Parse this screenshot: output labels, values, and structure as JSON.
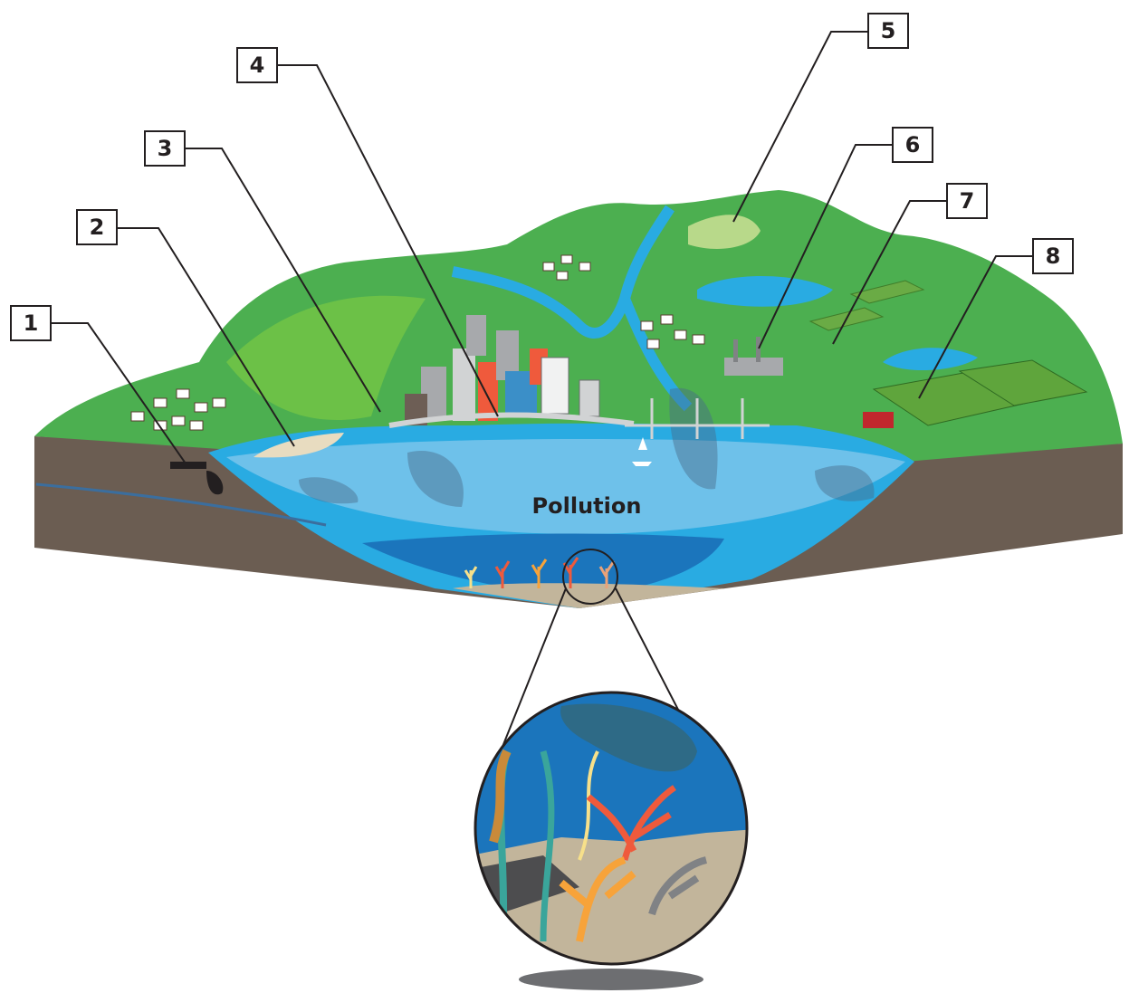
{
  "labels": {
    "pollution": "Pollution"
  },
  "callouts": [
    {
      "number": "1"
    },
    {
      "number": "2"
    },
    {
      "number": "3"
    },
    {
      "number": "4"
    },
    {
      "number": "5"
    },
    {
      "number": "6"
    },
    {
      "number": "7"
    },
    {
      "number": "8"
    }
  ],
  "colors": {
    "land_green": "#4caf50",
    "land_light_green": "#7ac943",
    "water_blue": "#29abe2",
    "water_light": "#7fc7ec",
    "water_deep": "#1b75bc",
    "soil": "#6b5d52",
    "sand": "#e8dcc0",
    "coral_red": "#ef5a3c",
    "coral_orange": "#f7a33a",
    "coral_teal": "#3aa59b",
    "line": "#231f20"
  }
}
